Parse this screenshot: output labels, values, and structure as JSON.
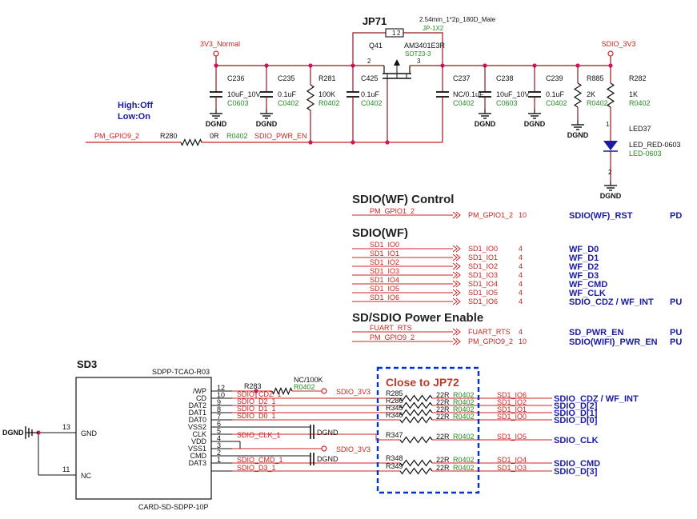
{
  "colors": {
    "wire": "#8a1b1b",
    "junction": "#d4145a",
    "net_red": "#cc2222",
    "comp_black": "#111111",
    "value_green": "#228b22",
    "signal_blue": "#1a1aa6",
    "box_blue": "#0033cc",
    "close_text": "#c0392b",
    "section_heading": "#222222"
  },
  "power_switch": {
    "header": "JP71",
    "header_desc": "2.54mm_1*2p_180D_Male",
    "header_part": "JP-1X2",
    "header_pins": [
      "1",
      "2"
    ],
    "q_ref": "Q41",
    "q_part": "AM3401E3R",
    "q_pkg": "SOT23-3",
    "q_pins": [
      "2",
      "3"
    ],
    "in_net": "3V3_Normal",
    "out_net": "SDIO_3V3",
    "gate_net": "SDIO_PWR_EN",
    "ctrl_net": "PM_GPIO9_2",
    "r280": {
      "ref": "R280",
      "val": "0R",
      "pkg": "R0402"
    },
    "note_high": "High:Off",
    "note_low": "Low:On",
    "gnd": "DGND",
    "caps": [
      {
        "ref": "C236",
        "val": "10uF_10V",
        "pkg": "C0603"
      },
      {
        "ref": "C235",
        "val": "0.1uF",
        "pkg": "C0402"
      },
      {
        "ref": "C425",
        "val": "0.1uF",
        "pkg": "C0402"
      },
      {
        "ref": "C237",
        "val": "NC/0.1uF",
        "pkg": "C0402"
      },
      {
        "ref": "C238",
        "val": "10uF_10V",
        "pkg": "C0603"
      },
      {
        "ref": "C239",
        "val": "0.1uF",
        "pkg": "C0402"
      }
    ],
    "r281": {
      "ref": "R281",
      "val": "100K",
      "pkg": "R0402"
    },
    "r885": {
      "ref": "R885",
      "val": "2K",
      "pkg": "R0402"
    },
    "r282": {
      "ref": "R282",
      "val": "1K",
      "pkg": "R0402"
    },
    "led": {
      "ref": "LED37",
      "part": "LED_RED-0603",
      "pkg": "LED-0603",
      "pin1": "1",
      "pin2": "2"
    }
  },
  "sections": [
    {
      "title": "SDIO(WF) Control",
      "rows": [
        {
          "left": "PM_GPIO1_2",
          "right": "PM_GPIO1_2",
          "page": "10",
          "signal": "SDIO(WF)_RST",
          "pull": "PD"
        }
      ]
    },
    {
      "title": "SDIO(WF)",
      "rows": [
        {
          "left": "SD1_IO0",
          "right": "SD1_IO0",
          "page": "4",
          "signal": "WF_D0",
          "pull": ""
        },
        {
          "left": "SD1_IO1",
          "right": "SD1_IO1",
          "page": "4",
          "signal": "WF_D1",
          "pull": ""
        },
        {
          "left": "SD1_IO2",
          "right": "SD1_IO2",
          "page": "4",
          "signal": "WF_D2",
          "pull": ""
        },
        {
          "left": "SD1_IO3",
          "right": "SD1_IO3",
          "page": "4",
          "signal": "WF_D3",
          "pull": ""
        },
        {
          "left": "SD1_IO4",
          "right": "SD1_IO4",
          "page": "4",
          "signal": "WF_CMD",
          "pull": ""
        },
        {
          "left": "SD1_IO5",
          "right": "SD1_IO5",
          "page": "4",
          "signal": "WF_CLK",
          "pull": ""
        },
        {
          "left": "SD1_IO6",
          "right": "SD1_IO6",
          "page": "4",
          "signal": "SDIO_CDZ / WF_INT",
          "pull": "PU"
        }
      ]
    },
    {
      "title": "SD/SDIO Power Enable",
      "rows": [
        {
          "left": "FUART_RTS",
          "right": "FUART_RTS",
          "page": "4",
          "signal": "SD_PWR_EN",
          "pull": "PU"
        },
        {
          "left": "PM_GPIO9_2",
          "right": "PM_GPIO9_2",
          "page": "10",
          "signal": "SDIO(WIFI)_PWR_EN",
          "pull": "PU"
        }
      ]
    }
  ],
  "sd_card": {
    "ref": "SD3",
    "model": "SDPP-TCAO-R03",
    "footprint": "CARD-SD-SDPP-10P",
    "left_pins": [
      {
        "num": "13",
        "name": "GND"
      },
      {
        "num": "11",
        "name": "NC"
      }
    ],
    "right_pins": [
      {
        "num": "12",
        "name": "/WP"
      },
      {
        "num": "10",
        "name": "CD"
      },
      {
        "num": "9",
        "name": "DAT2"
      },
      {
        "num": "8",
        "name": "DAT1"
      },
      {
        "num": "7",
        "name": "DAT0"
      },
      {
        "num": "6",
        "name": "VSS2"
      },
      {
        "num": "5",
        "name": "CLK"
      },
      {
        "num": "4",
        "name": "VDD"
      },
      {
        "num": "3",
        "name": "VSS1"
      },
      {
        "num": "2",
        "name": "CMD"
      },
      {
        "num": "1",
        "name": "DAT3"
      }
    ],
    "gnd_left": "DGND",
    "r283": {
      "ref": "R283",
      "val": "NC/100K",
      "pkg": "R0402"
    },
    "pullup_net": "SDIO_3V3",
    "vdd_net": "SDIO_3V3",
    "gnd": "DGND",
    "close_note": "Close to JP72",
    "nets": [
      {
        "card": "SDIO_CDZ_1",
        "ref": "R285",
        "val": "22R",
        "pkg": "R0402",
        "io": "SD1_IO6",
        "signal": "SDIO_CDZ / WF_INT"
      },
      {
        "card": "SDIO_D2_1",
        "ref": "R286",
        "val": "22R",
        "pkg": "R0402",
        "io": "SD1_IO2",
        "signal": "SDIO_D[2]"
      },
      {
        "card": "SDIO_D1_1",
        "ref": "R345",
        "val": "22R",
        "pkg": "R0402",
        "io": "SD1_IO1",
        "signal": "SDIO_D[1]"
      },
      {
        "card": "SDIO_D0_1",
        "ref": "R346",
        "val": "22R",
        "pkg": "R0402",
        "io": "SD1_IO0",
        "signal": "SDIO_D[0]"
      },
      {
        "card": "SDIO_CLK_1",
        "ref": "R347",
        "val": "22R",
        "pkg": "R0402",
        "io": "SD1_IO5",
        "signal": "SDIO_CLK"
      },
      {
        "card": "SDIO_CMD_1",
        "ref": "R348",
        "val": "22R",
        "pkg": "R0402",
        "io": "SD1_IO4",
        "signal": "SDIO_CMD"
      },
      {
        "card": "SDIO_D3_1",
        "ref": "R349",
        "val": "22R",
        "pkg": "R0402",
        "io": "SD1_IO3",
        "signal": "SDIO_D[3]"
      }
    ]
  }
}
